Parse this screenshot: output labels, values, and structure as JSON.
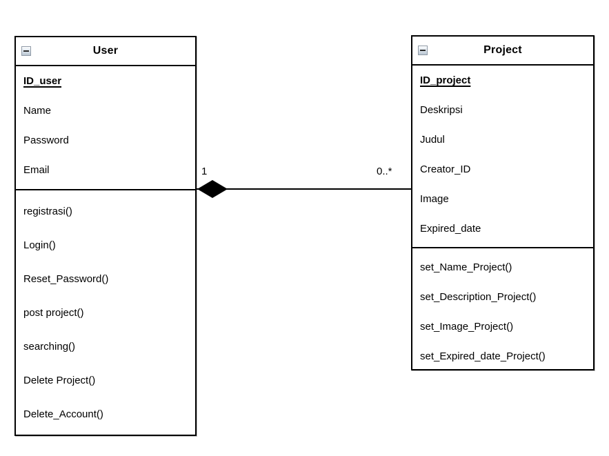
{
  "user_class": {
    "title": "User",
    "attributes": [
      "ID_user",
      "Name",
      "Password",
      "Email"
    ],
    "primary_key": "ID_user",
    "methods": [
      "registrasi()",
      "Login()",
      "Reset_Password()",
      "post project()",
      "searching()",
      "Delete Project()",
      "Delete_Account()"
    ]
  },
  "project_class": {
    "title": "Project",
    "attributes": [
      "ID_project",
      "Deskripsi",
      "Judul",
      "Creator_ID",
      "Image",
      "Expired_date"
    ],
    "primary_key": "ID_project",
    "methods": [
      "set_Name_Project()",
      "set_Description_Project()",
      "set_Image_Project()",
      "set_Expired_date_Project()"
    ]
  },
  "relationship": {
    "type": "composition",
    "source_class": "User",
    "target_class": "Project",
    "source_multiplicity": "1",
    "target_multiplicity": "0..*"
  },
  "icons": {
    "collapse": "minus-box"
  },
  "colors": {
    "background": "#ffffff",
    "border": "#000000",
    "text": "#000000",
    "diamond_fill": "#000000"
  }
}
